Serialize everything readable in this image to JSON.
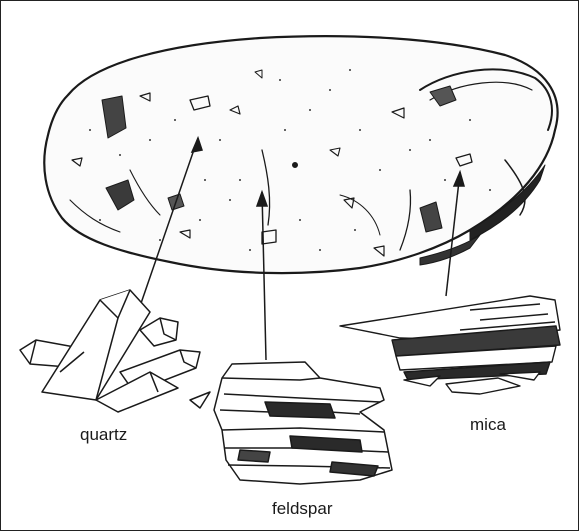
{
  "diagram": {
    "labels": {
      "quartz": "quartz",
      "feldspar": "feldspar",
      "mica": "mica"
    },
    "colors": {
      "ink": "#1a1a1a",
      "background": "#ffffff"
    }
  }
}
